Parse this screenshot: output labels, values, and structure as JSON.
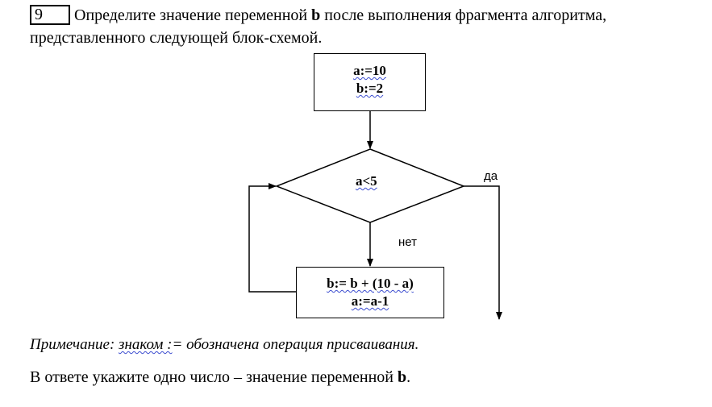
{
  "question": {
    "number": "9",
    "line1_pre": "Определите значение переменной ",
    "line1_var": "b",
    "line1_post": " после выполнения фрагмента алгоритма,",
    "line2": "представленного следующей блок-схемой."
  },
  "flowchart": {
    "init_a": "a:=10",
    "init_b": "b:=2",
    "condition": "a<5",
    "yes_label": "да",
    "no_label": "нет",
    "body_b": "b:= b + (10 - a)",
    "body_a": "a:=a-1"
  },
  "note": {
    "prefix": "Примечание: ",
    "underlined": "знаком :",
    "suffix": "= обозначена операция присваивания."
  },
  "answer": {
    "text": "В ответе укажите одно число – значение переменной ",
    "var": "b",
    "end": "."
  }
}
